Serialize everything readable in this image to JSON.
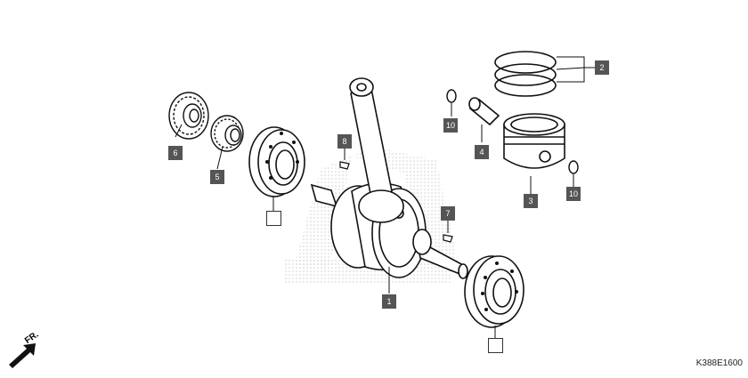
{
  "callouts": {
    "c1": "1",
    "c2": "2",
    "c3": "3",
    "c4": "4",
    "c5": "5",
    "c6": "6",
    "c7": "7",
    "c8": "8",
    "c10a": "10",
    "c10b": "10"
  },
  "fr_label": "FR.",
  "diagram_code": "K388E1600",
  "colors": {
    "callout_bg": "#555555",
    "line": "#111111",
    "watermark": "#d8d8d8"
  }
}
